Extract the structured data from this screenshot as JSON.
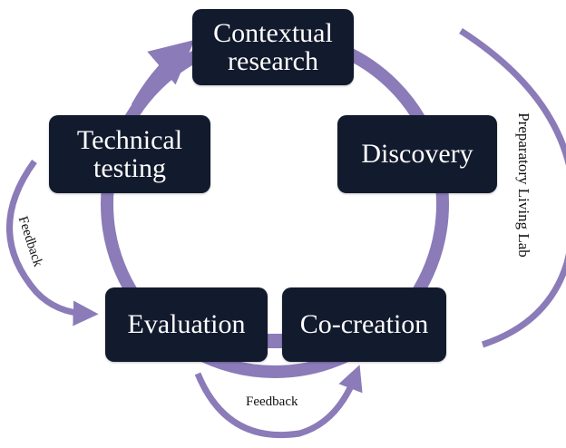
{
  "colors": {
    "node_fill": "#121a2d",
    "node_text": "#ffffff",
    "arrow": "#8b7bb8",
    "label_text": "#111111"
  },
  "nodes": {
    "contextual_research": {
      "line1": "Contextual",
      "line2": "research"
    },
    "discovery": {
      "line1": "Discovery"
    },
    "co_creation": {
      "line1": "Co-creation"
    },
    "evaluation": {
      "line1": "Evaluation"
    },
    "technical_testing": {
      "line1": "Technical",
      "line2": "testing"
    }
  },
  "labels": {
    "feedback_left": "Feedback",
    "feedback_bottom": "Feedback",
    "preparatory": "Preparatory Living Lab"
  }
}
